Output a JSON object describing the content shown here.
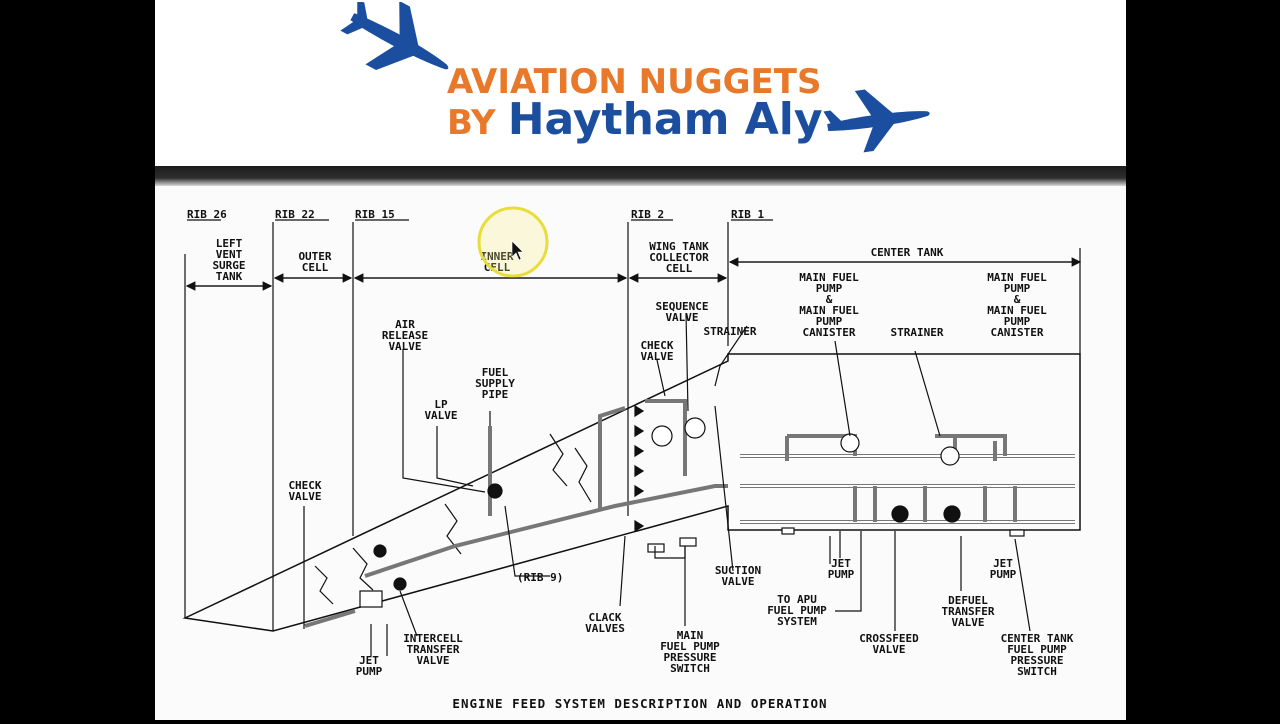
{
  "brand": {
    "line1": "AVIATION NUGGETS",
    "by": "BY",
    "name": "Haytham Aly",
    "colors": {
      "orange": "#e8782a",
      "blue": "#1c4ea0"
    },
    "icons": [
      "airplane-icon-left",
      "airplane-icon-right"
    ]
  },
  "diagram": {
    "ribs": {
      "rib26": "RIB 26",
      "rib22": "RIB 22",
      "rib15": "RIB 15",
      "rib2": "RIB 2",
      "rib1": "RIB 1",
      "rib9": "(RIB 9)"
    },
    "tanks": {
      "left_vent": [
        "LEFT",
        "VENT",
        "SURGE",
        "TANK"
      ],
      "outer_cell": [
        "OUTER",
        "CELL"
      ],
      "inner_cell": [
        "INNER",
        "CELL"
      ],
      "collector": [
        "WING TANK",
        "COLLECTOR",
        "CELL"
      ],
      "center_tank": "CENTER TANK"
    },
    "labels": {
      "air_release": [
        "AIR",
        "RELEASE",
        "VALVE"
      ],
      "fuel_supply": [
        "FUEL",
        "SUPPLY",
        "PIPE"
      ],
      "lp_valve": [
        "LP",
        "VALVE"
      ],
      "check_valve_left": [
        "CHECK",
        "VALVE"
      ],
      "check_valve_right": [
        "CHECK",
        "VALVE"
      ],
      "sequence_valve": [
        "SEQUENCE",
        "VALVE"
      ],
      "strainer_left": "STRAINER",
      "strainer_center": "STRAINER",
      "main_pump_left": [
        "MAIN FUEL",
        "PUMP",
        "&",
        "MAIN FUEL",
        "PUMP",
        "CANISTER"
      ],
      "main_pump_right": [
        "MAIN FUEL",
        "PUMP",
        "&",
        "MAIN FUEL",
        "PUMP",
        "CANISTER"
      ],
      "jet_pump_left": [
        "JET",
        "PUMP"
      ],
      "intercell": [
        "INTERCELL",
        "TRANSFER",
        "VALVE"
      ],
      "clack_valves": [
        "CLACK",
        "VALVES"
      ],
      "main_pump_switch": [
        "MAIN",
        "FUEL PUMP",
        "PRESSURE",
        "SWITCH"
      ],
      "suction_valve": [
        "SUCTION",
        "VALVE"
      ],
      "apu": [
        "TO APU",
        "FUEL PUMP",
        "SYSTEM"
      ],
      "jet_pump_center": [
        "JET",
        "PUMP"
      ],
      "crossfeed": [
        "CROSSFEED",
        "VALVE"
      ],
      "defuel": [
        "DEFUEL",
        "TRANSFER",
        "VALVE"
      ],
      "jet_pump_right": [
        "JET",
        "PUMP"
      ],
      "center_switch": [
        "CENTER TANK",
        "FUEL PUMP",
        "PRESSURE",
        "SWITCH"
      ]
    },
    "caption": "ENGINE FEED SYSTEM DESCRIPTION AND OPERATION"
  }
}
